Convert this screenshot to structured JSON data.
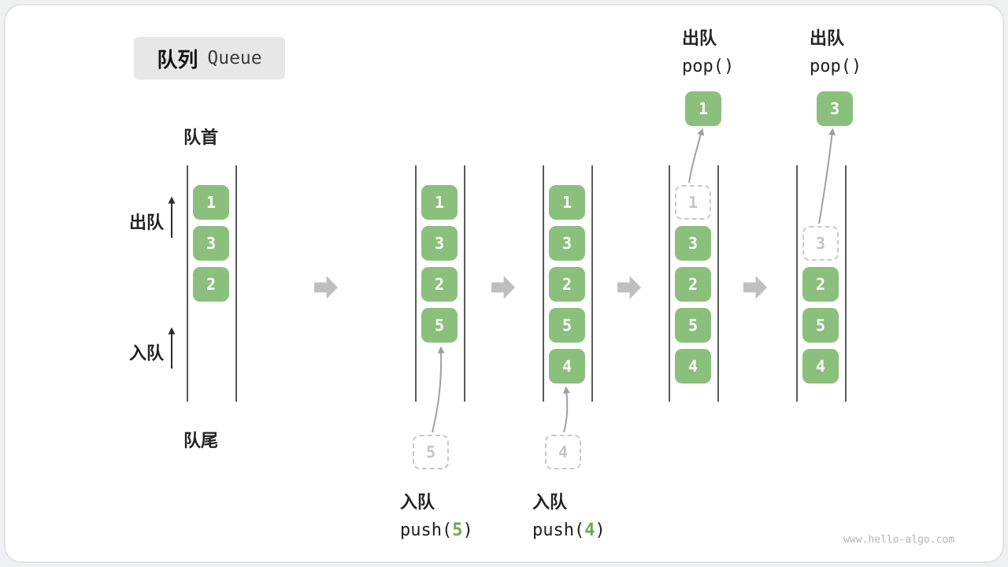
{
  "title": {
    "zh": "队列",
    "en": "Queue"
  },
  "side_labels": {
    "front": "队首",
    "rear": "队尾",
    "dequeue": "出队",
    "enqueue": "入队"
  },
  "queues": [
    {
      "cells": [
        "1",
        "3",
        "2"
      ]
    },
    {
      "cells": [
        "1",
        "3",
        "2",
        "5"
      ],
      "ghost": "5",
      "op": {
        "zh": "入队",
        "pre": "push(",
        "arg": "5",
        "post": ")"
      }
    },
    {
      "cells": [
        "1",
        "3",
        "2",
        "5",
        "4"
      ],
      "ghost": "4",
      "op": {
        "zh": "入队",
        "pre": "push(",
        "arg": "4",
        "post": ")"
      }
    },
    {
      "cells": [
        "3",
        "2",
        "5",
        "4"
      ],
      "ghost": "1",
      "popped": "1",
      "op": {
        "zh": "出队",
        "fn": "pop()"
      }
    },
    {
      "cells": [
        "2",
        "5",
        "4"
      ],
      "ghost": "3",
      "popped": "3",
      "op": {
        "zh": "出队",
        "fn": "pop()"
      }
    }
  ],
  "watermark": "www.hello-algo.com",
  "colors": {
    "cell_green": "#8ac07c",
    "arg_green": "#6aa84f",
    "ghost_gray": "#c9c9c9",
    "block_arrow_gray": "#bfbfbf",
    "rail_gray": "#5a5a5a"
  }
}
